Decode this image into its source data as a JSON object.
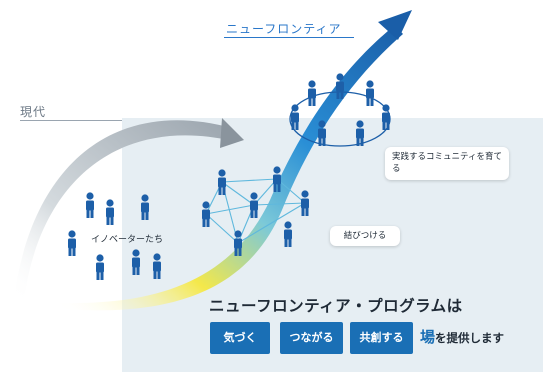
{
  "eras": {
    "present": "現代",
    "future": "ニューフロンティア"
  },
  "labels": {
    "innovators": "イノベーターたち",
    "community": "実践するコミュニティを育てる",
    "connect": "結びつける",
    "program": "ニューフロンティア・プログラムは"
  },
  "actions": [
    "気づく",
    "つながる",
    "共創する"
  ],
  "tail": {
    "kanji": "場",
    "rest": "を提供します"
  },
  "colors": {
    "person": "#1d5fa8",
    "arrow": "#1a6fb5",
    "curve_yellow": "#f4e84a",
    "panel": "#e6eef3",
    "network": "#5fb8dd"
  }
}
